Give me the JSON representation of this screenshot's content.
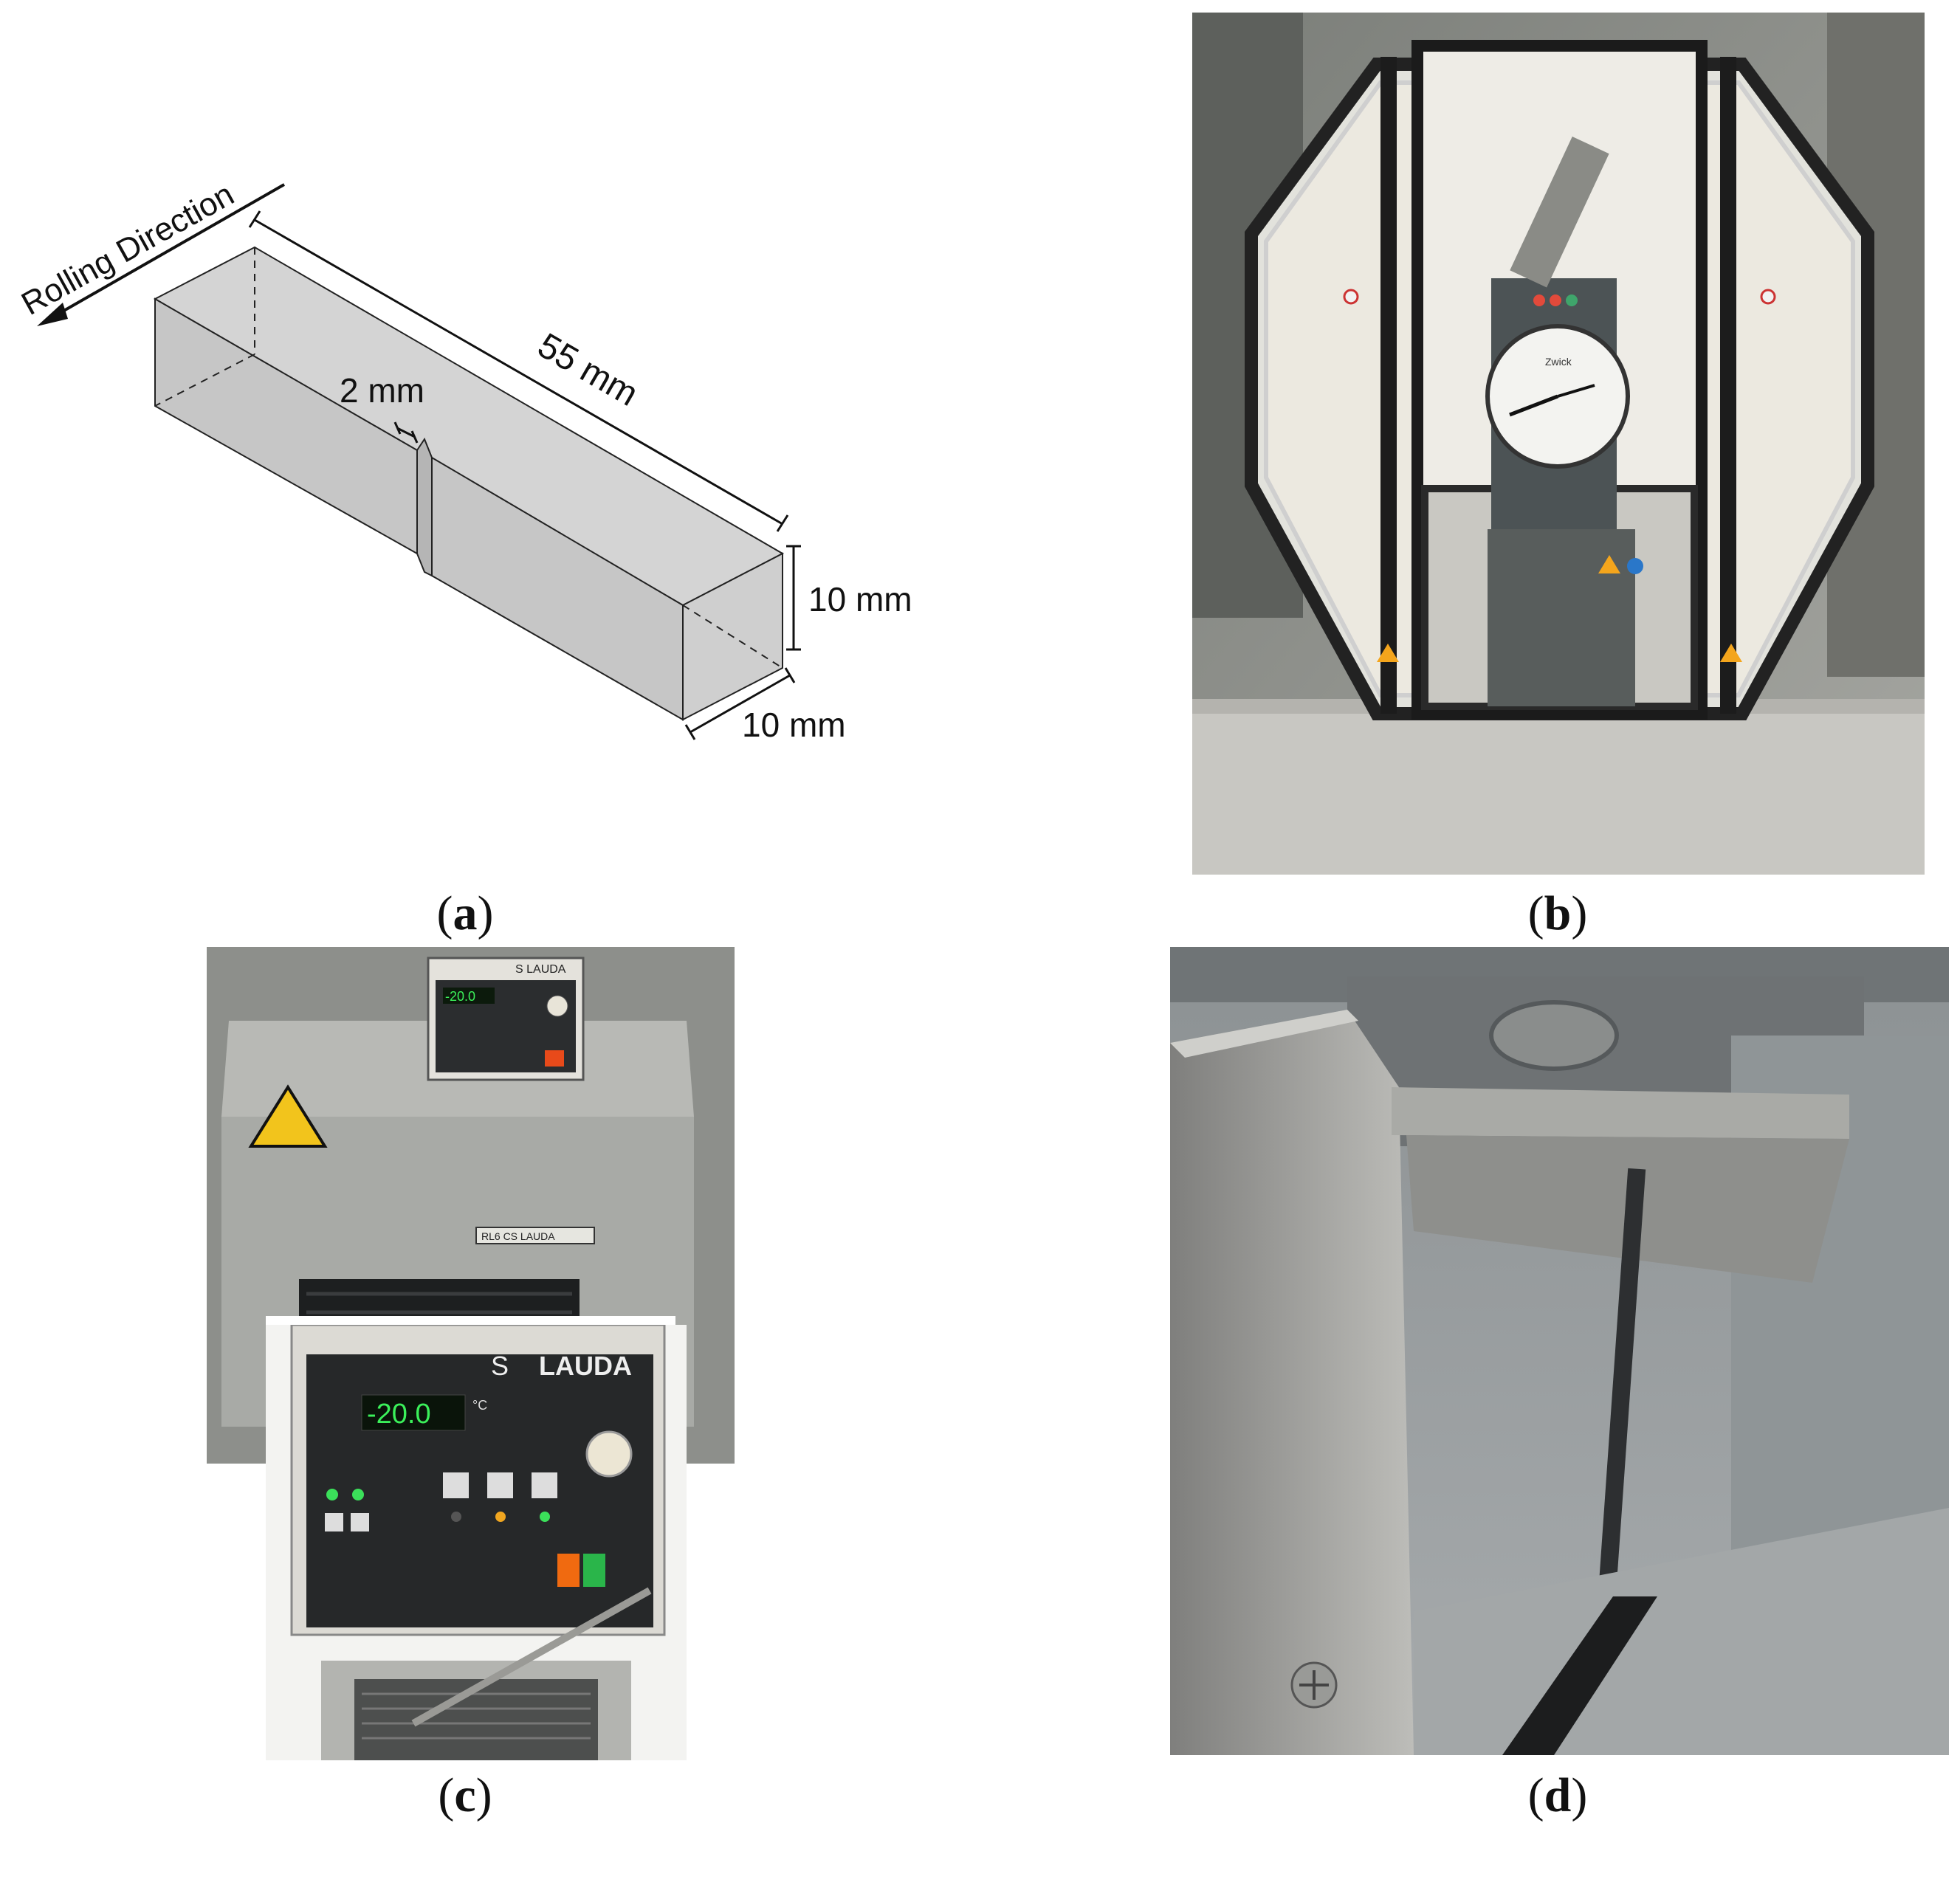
{
  "panel_a": {
    "rolling_direction": "Rolling Direction",
    "dim_notch": "2 mm",
    "dim_length": "55 mm",
    "dim_height": "10 mm",
    "dim_width": "10 mm"
  },
  "panel_c": {
    "display_small": "-20.0",
    "brand_small": "S LAUDA",
    "display_large": "-20.0",
    "unit": "°C",
    "brand_large_s": "S",
    "brand_large": "LAUDA",
    "plate_label": "RL6 CS  LAUDA"
  },
  "panel_b": {
    "dial_brand": "Zwick"
  },
  "captions": {
    "a": "a",
    "b": "b",
    "c": "c",
    "d": "d"
  }
}
